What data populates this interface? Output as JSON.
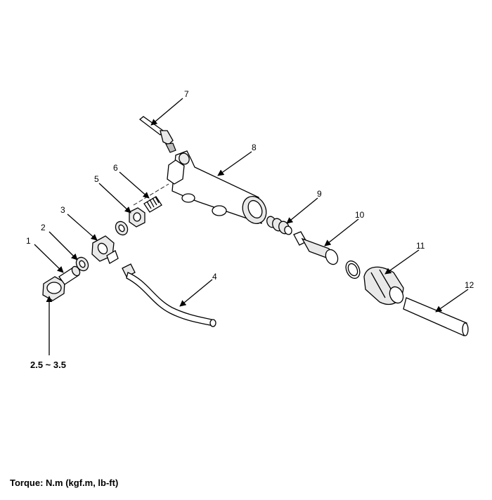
{
  "callouts": {
    "c1": "1",
    "c2": "2",
    "c3": "3",
    "c4": "4",
    "c5": "5",
    "c6": "6",
    "c7": "7",
    "c8": "8",
    "c9": "9",
    "c10": "10",
    "c11": "11",
    "c12": "12"
  },
  "torque_spec": "2.5 ~ 3.5",
  "footer": "Torque: N.m (kgf.m, lb-ft)"
}
